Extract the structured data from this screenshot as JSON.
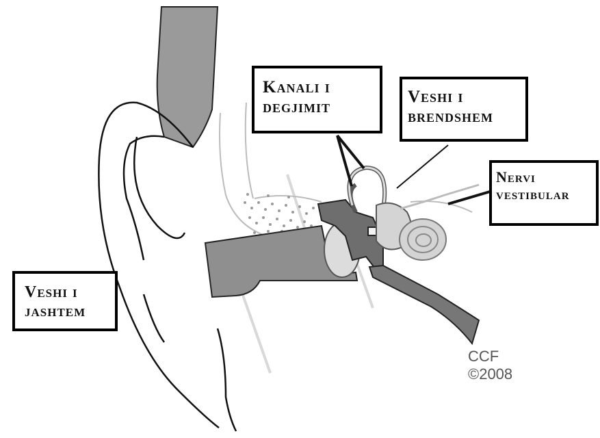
{
  "labels": {
    "outer_ear": {
      "line1": "Veshi i",
      "line2": "jashtem"
    },
    "ear_canal": {
      "line1": "Kanali i",
      "line2": "degjimit"
    },
    "inner_ear": {
      "line1": "Veshi i",
      "line2": "brendshem"
    },
    "vestibular_nerve": {
      "line1": "Nervi",
      "line2": "vestibular"
    }
  },
  "credit": {
    "owner": "CCF",
    "year": "©2008"
  },
  "colors": {
    "canal_fill": "#8f8f8f",
    "dark_fill": "#6e6e6e",
    "light_fill": "#d4d4d4",
    "outline": "#1a1a1a"
  }
}
